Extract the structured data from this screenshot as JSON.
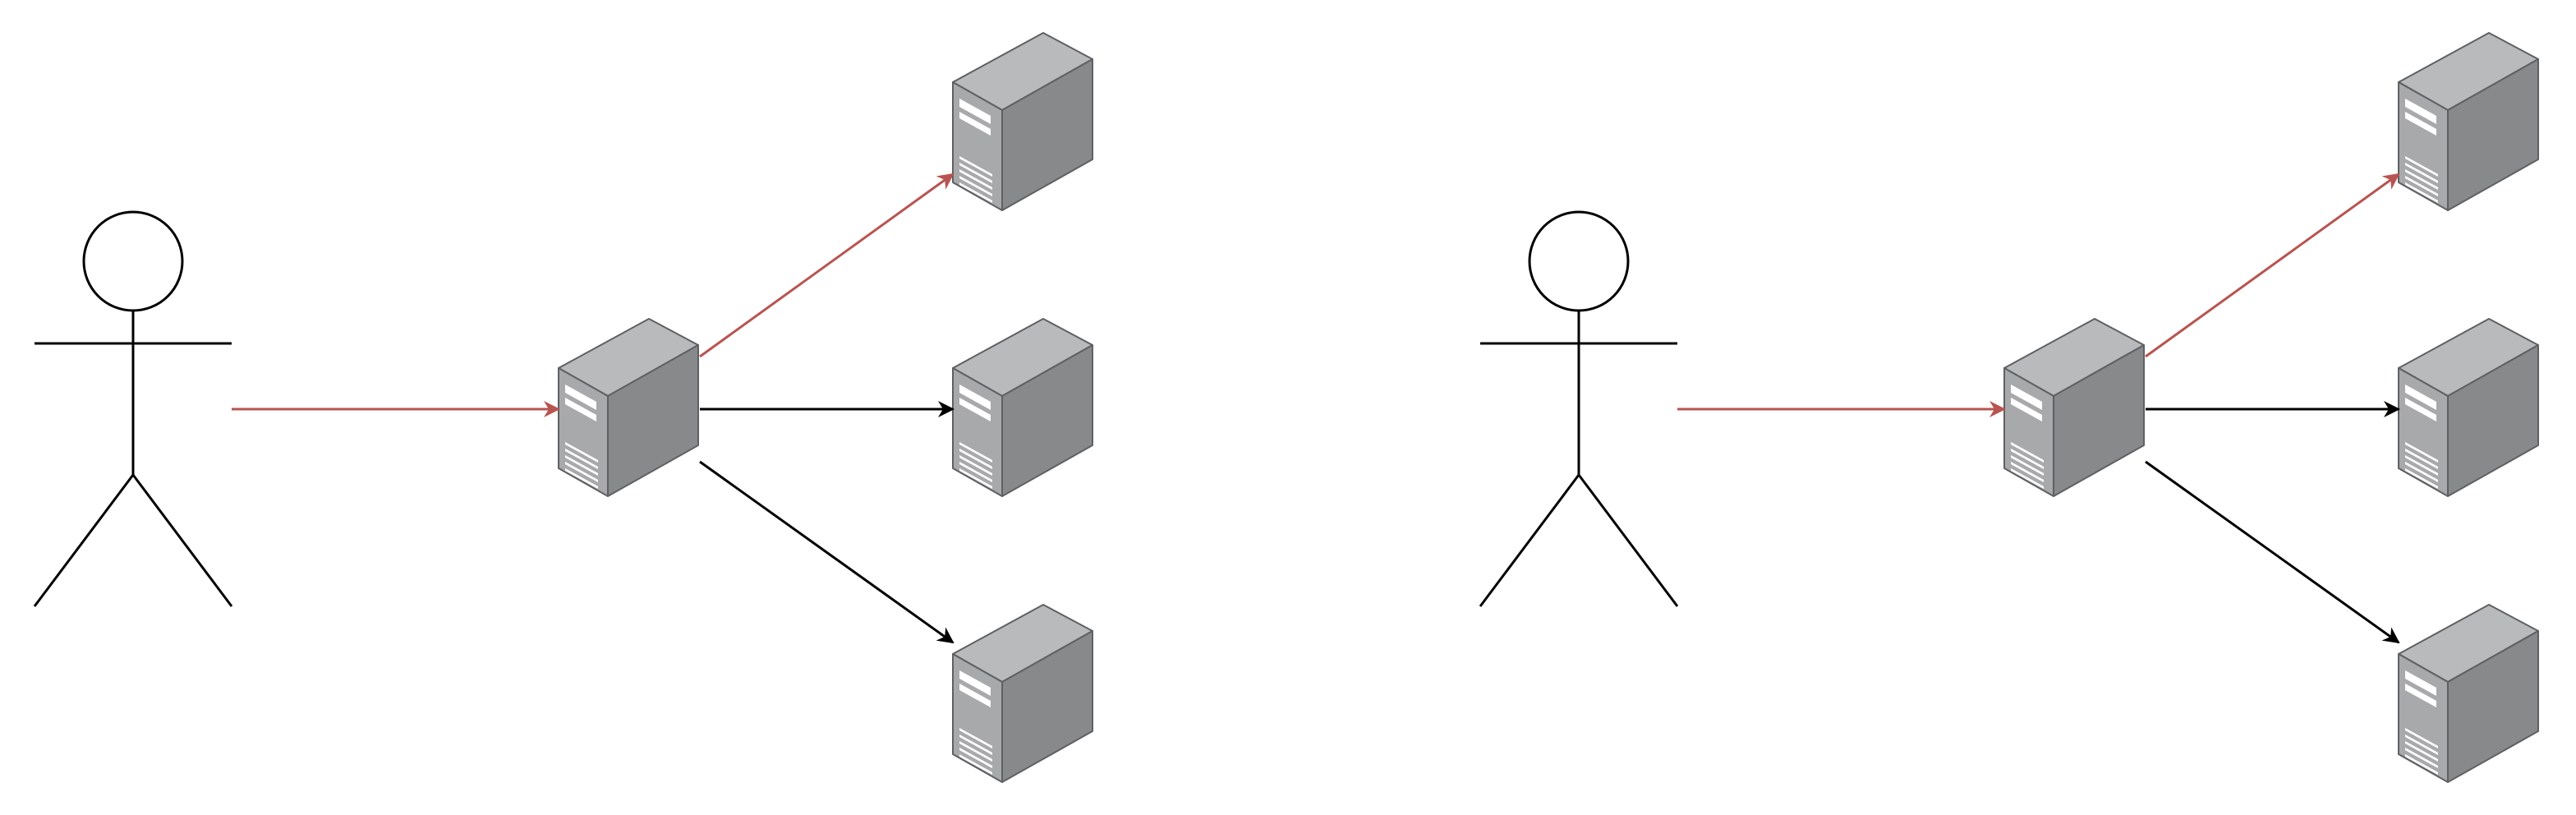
{
  "colors": {
    "background": "#ffffff",
    "actor_stroke": "#000000",
    "arrow_highlight": "#b85450",
    "arrow_default": "#000000",
    "server_top": "#b9babc",
    "server_side": "#88898b",
    "server_front": "#a8a9ab",
    "server_outline": "#5f6063",
    "server_vent": "#ffffff"
  },
  "diagrams": [
    {
      "actor": {
        "icon": "stick-figure-user-icon"
      },
      "load_balancer": {
        "icon": "server-tower-icon"
      },
      "backends": [
        {
          "icon": "server-tower-icon",
          "connection": "highlighted"
        },
        {
          "icon": "server-tower-icon",
          "connection": "default"
        },
        {
          "icon": "server-tower-icon",
          "connection": "default"
        }
      ],
      "request_arrow": {
        "connection": "highlighted"
      }
    },
    {
      "actor": {
        "icon": "stick-figure-user-icon"
      },
      "load_balancer": {
        "icon": "server-tower-icon"
      },
      "backends": [
        {
          "icon": "server-tower-icon",
          "connection": "highlighted"
        },
        {
          "icon": "server-tower-icon",
          "connection": "default"
        },
        {
          "icon": "server-tower-icon",
          "connection": "default"
        }
      ],
      "request_arrow": {
        "connection": "highlighted"
      }
    }
  ]
}
